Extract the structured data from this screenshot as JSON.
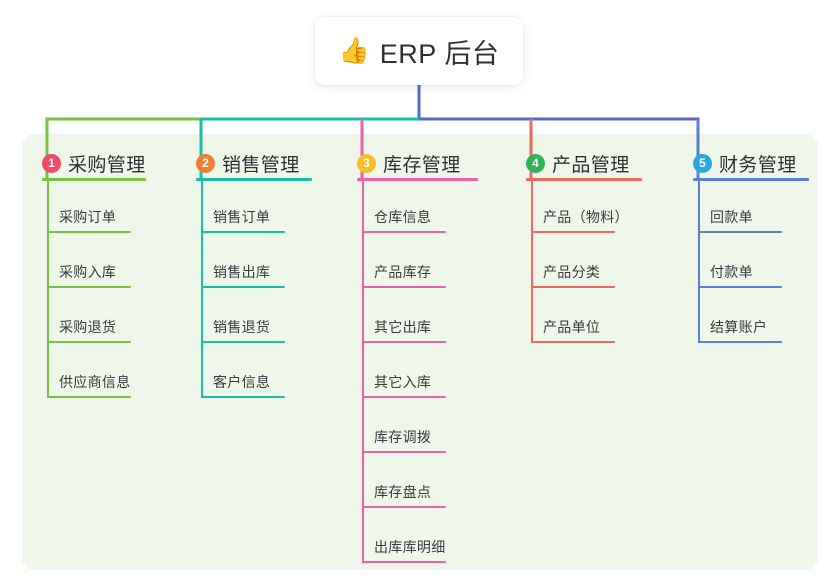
{
  "diagram": {
    "type": "mind-map",
    "background_color": "#ffffff",
    "panel_color": "#eef7e9",
    "root": {
      "icon": "thumbs-up-icon",
      "icon_glyph": "👍",
      "title": "ERP 后台"
    },
    "trunk_colors": {
      "left_segment": "#7ac143",
      "mid_segment": "#16bfa5",
      "right_segment": "#5b68c8",
      "root_stem": "#5b68c8"
    },
    "columns": [
      {
        "index": "1",
        "title": "采购管理",
        "color": "#7ac143",
        "badge_color": "#f24b6a",
        "items": [
          {
            "label": "采购订单"
          },
          {
            "label": "采购入库"
          },
          {
            "label": "采购退货"
          },
          {
            "label": "供应商信息"
          }
        ]
      },
      {
        "index": "2",
        "title": "销售管理",
        "color": "#16bfa5",
        "badge_color": "#f07f35",
        "items": [
          {
            "label": "销售订单"
          },
          {
            "label": "销售出库"
          },
          {
            "label": "销售退货"
          },
          {
            "label": "客户信息"
          }
        ]
      },
      {
        "index": "3",
        "title": "库存管理",
        "color": "#ee5fa7",
        "badge_color": "#f6bf26",
        "items": [
          {
            "label": "仓库信息"
          },
          {
            "label": "产品库存"
          },
          {
            "label": "其它出库"
          },
          {
            "label": "其它入库"
          },
          {
            "label": "库存调拨"
          },
          {
            "label": "库存盘点"
          },
          {
            "label": "出库库明细"
          }
        ]
      },
      {
        "index": "4",
        "title": "产品管理",
        "color": "#f2665e",
        "badge_color": "#2eb557",
        "items": [
          {
            "label": "产品（物料）"
          },
          {
            "label": "产品分类"
          },
          {
            "label": "产品单位"
          }
        ]
      },
      {
        "index": "5",
        "title": "财务管理",
        "color": "#5b7fd4",
        "badge_color": "#29a8e0",
        "items": [
          {
            "label": "回款单"
          },
          {
            "label": "付款单"
          },
          {
            "label": "结算账户"
          }
        ]
      }
    ]
  }
}
